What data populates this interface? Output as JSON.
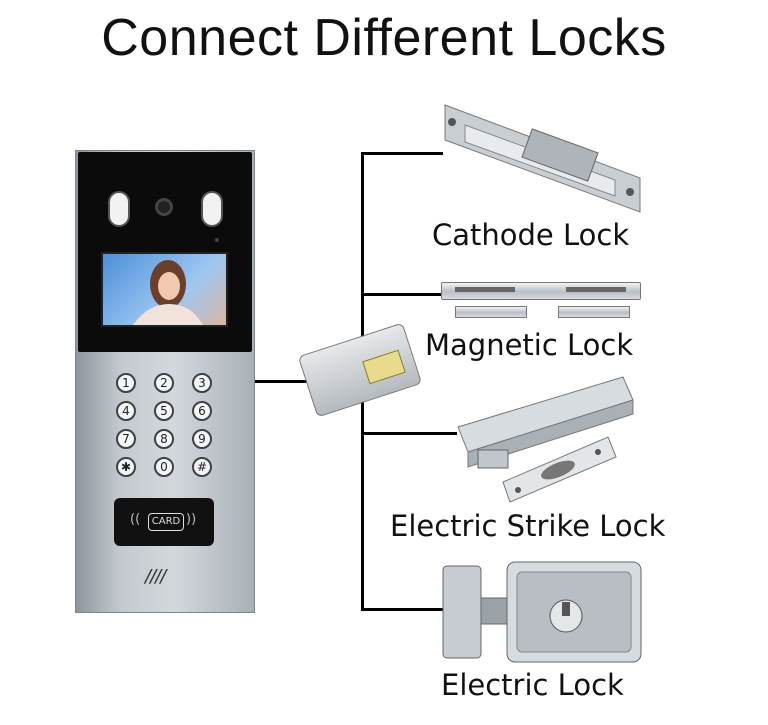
{
  "title": "Connect Different Locks",
  "locks": [
    {
      "label": "Cathode Lock"
    },
    {
      "label": "Magnetic Lock"
    },
    {
      "label": "Electric Strike Lock"
    },
    {
      "label": "Electric Lock"
    }
  ],
  "intercom": {
    "keys": [
      "1",
      "2",
      "3",
      "4",
      "5",
      "6",
      "7",
      "8",
      "9",
      "✱",
      "0",
      "#"
    ],
    "card_label": "CARD",
    "vent": "////"
  },
  "colors": {
    "wire": "#000000",
    "panel_metal": "#c3c9cf",
    "panel_black": "#0b0b0b",
    "text": "#111111"
  }
}
